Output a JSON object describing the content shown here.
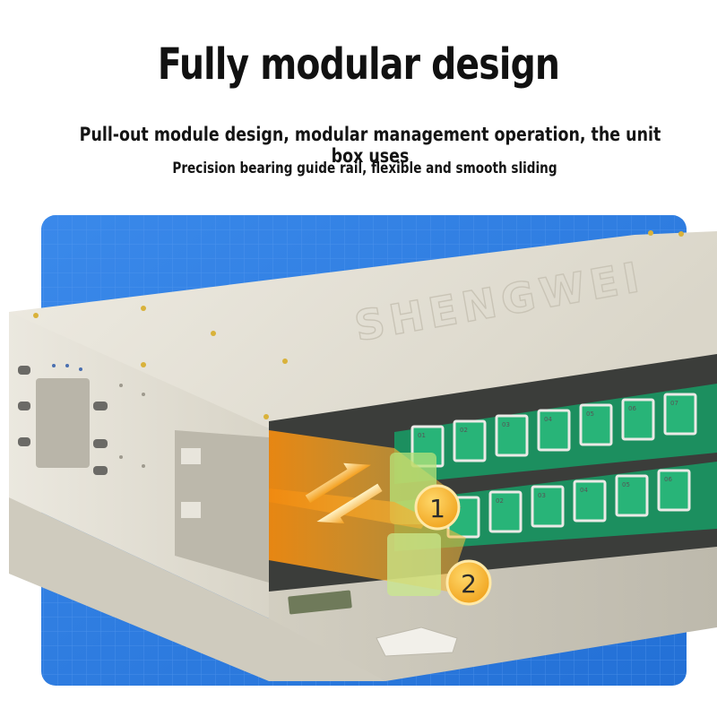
{
  "header": {
    "title": "Fully modular design",
    "subtitle_line1": "Pull-out module design, modular management operation, the unit box uses",
    "subtitle_line2": "Precision bearing guide rail, flexible and smooth sliding"
  },
  "product": {
    "brand_text": "SHENGWEI",
    "port_labels_top": [
      "01",
      "02",
      "03",
      "04",
      "05",
      "06",
      "07"
    ],
    "port_labels_bottom": [
      "01",
      "02",
      "03",
      "04",
      "05",
      "06"
    ],
    "callouts": [
      "1",
      "2"
    ],
    "colors": {
      "background_panel": "#2f7fe0",
      "chassis": "#e6e2d6",
      "adapter_green": "#1fa06a",
      "highlight_orange": "#f7a21b"
    }
  }
}
